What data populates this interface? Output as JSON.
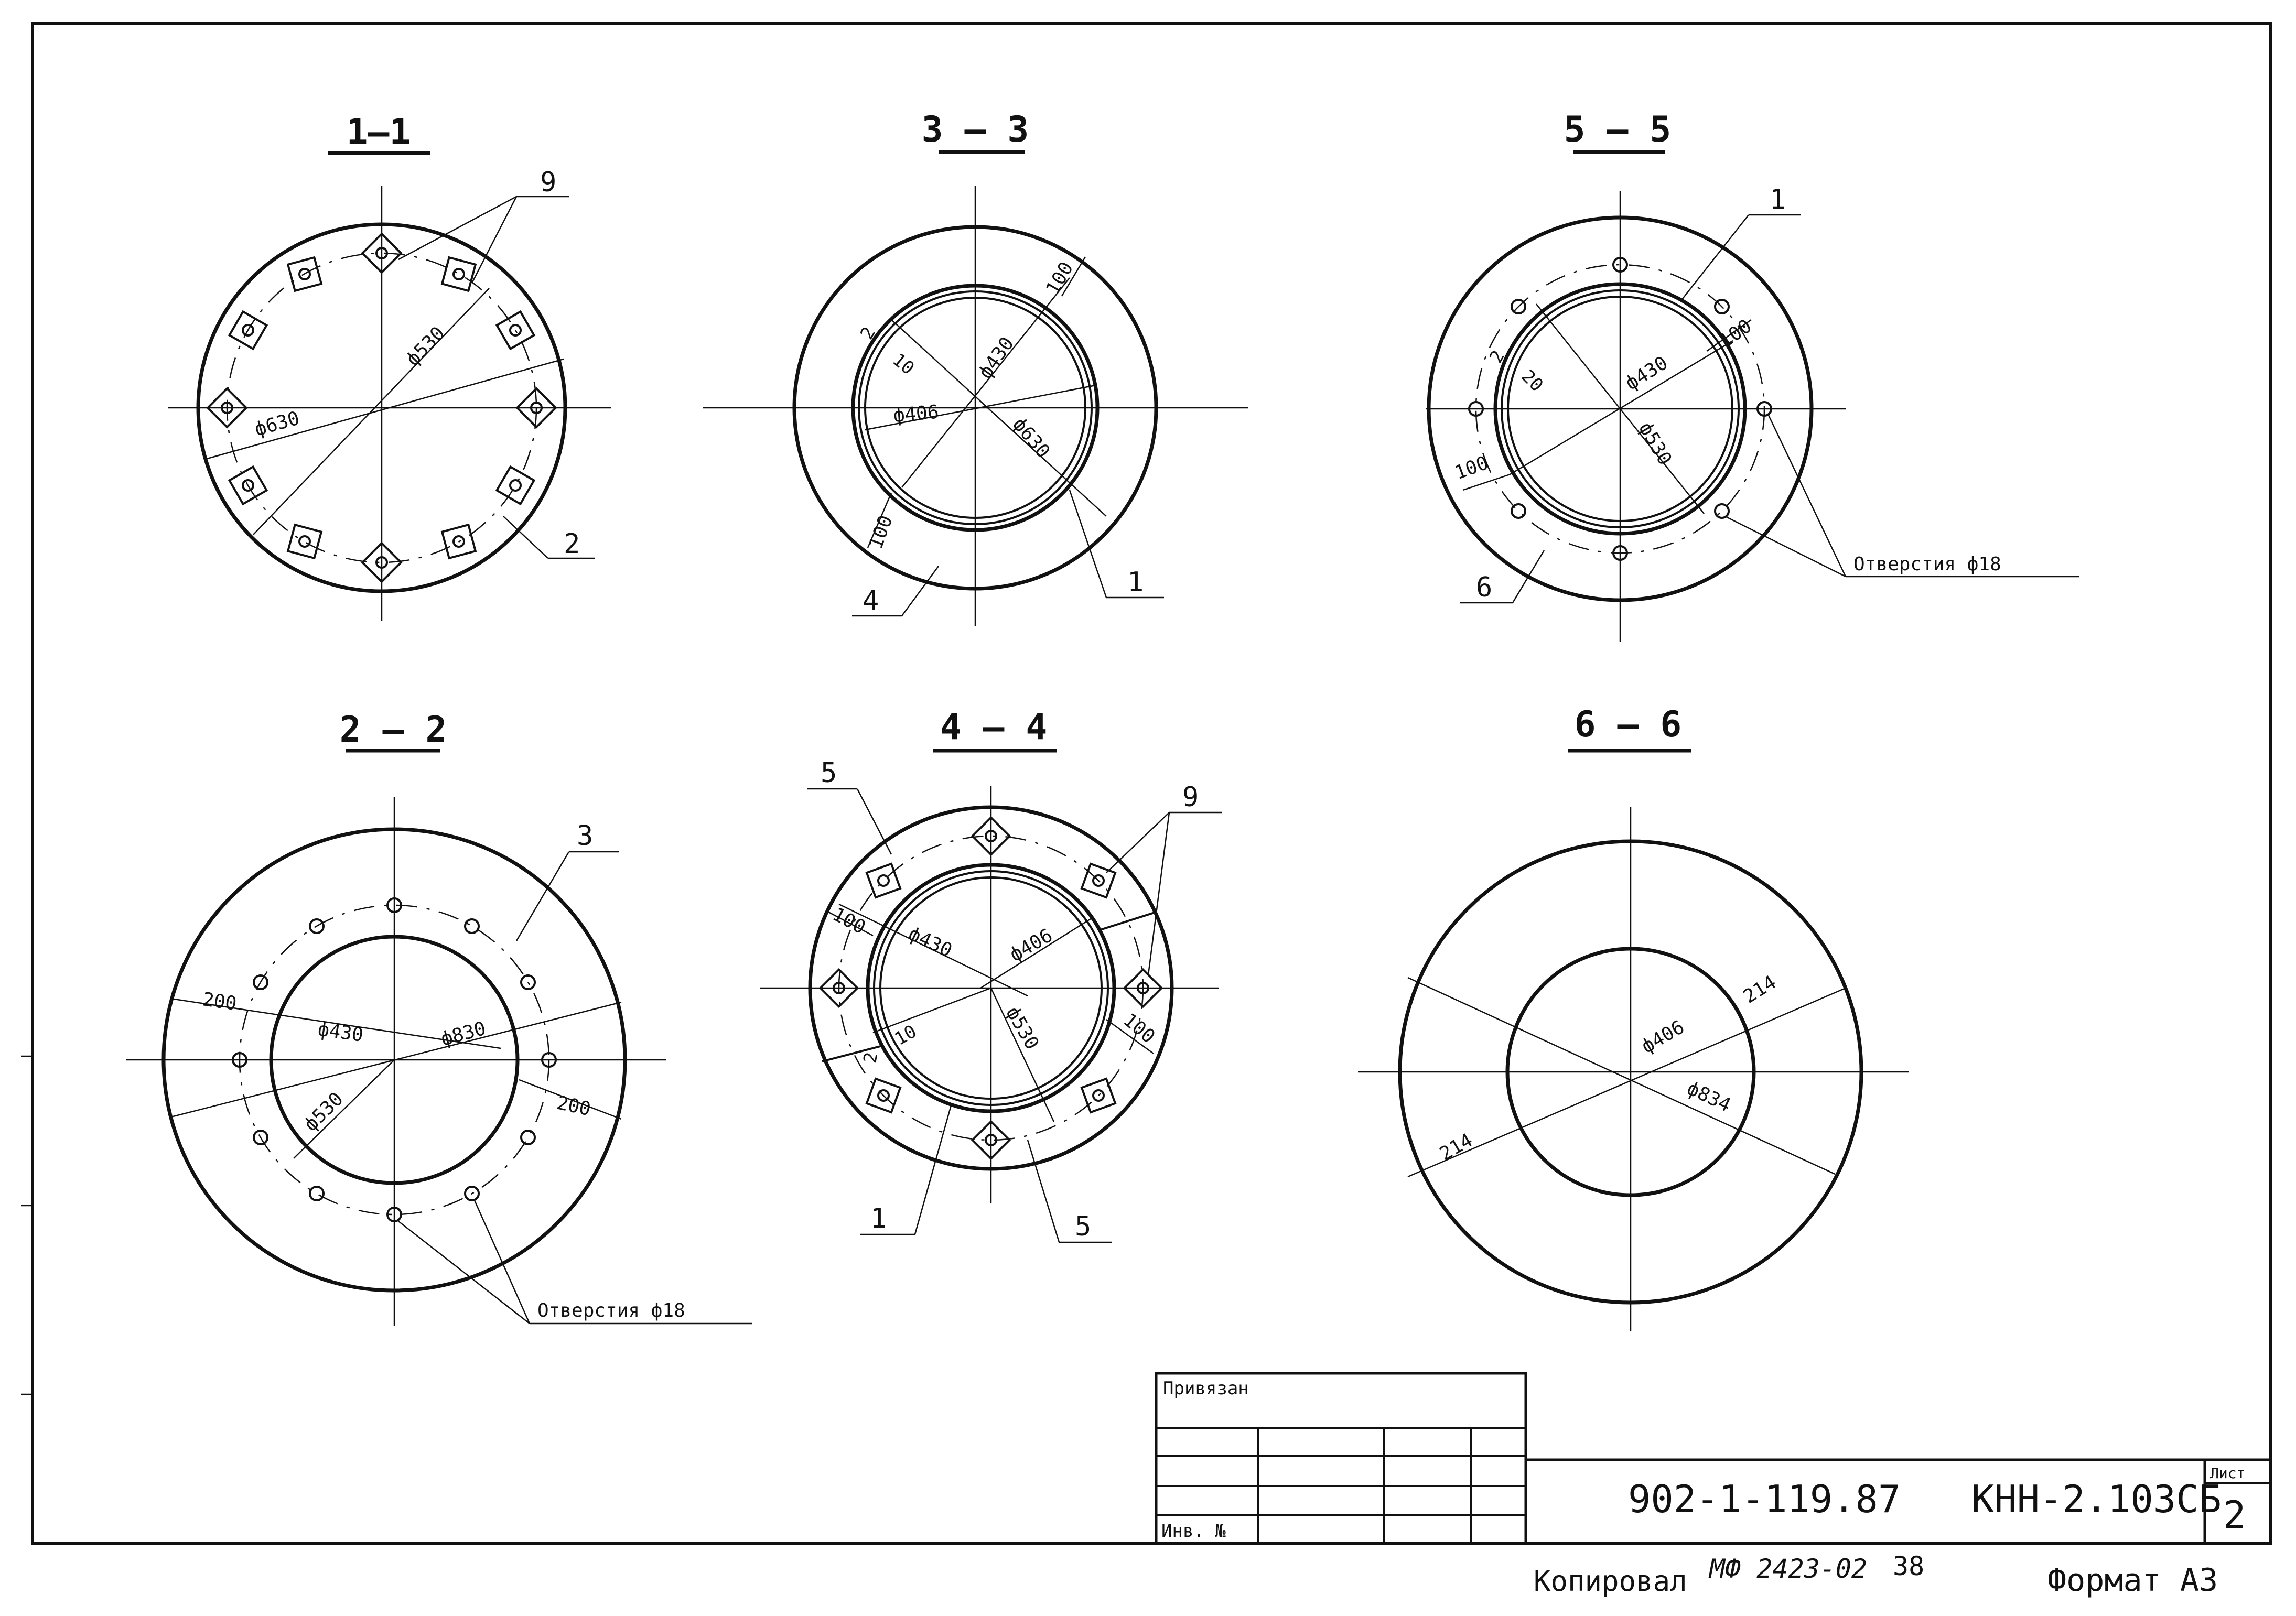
{
  "drawing": {
    "section_titles": [
      "1–1",
      "2 – 2",
      "3 – 3",
      "4 – 4",
      "5 – 5",
      "6 – 6"
    ],
    "part_numbers": {
      "s11_bolts": "9",
      "s11_flange": "2",
      "s22_flange": "3",
      "s33_pipe": "1",
      "s33_ring": "4",
      "s44_ring_top": "5",
      "s44_bolts": "9",
      "s44_pipe": "1",
      "s44_ring_bottom": "5",
      "s55_pipe": "1",
      "s55_ring": "6"
    },
    "dimensions": {
      "s11": [
        "ф530",
        "ф630"
      ],
      "s22": [
        "200",
        "ф430",
        "ф830",
        "ф530",
        "200"
      ],
      "s33": [
        "100",
        "2",
        "10",
        "ф430",
        "ф406",
        "ф630",
        "100"
      ],
      "s44": [
        "100",
        "ф430",
        "ф406",
        "2",
        "10",
        "ф530",
        "100"
      ],
      "s55": [
        "2",
        "20",
        "ф430",
        "100",
        "ф530",
        "100"
      ],
      "s66": [
        "214",
        "ф406",
        "ф834",
        "214"
      ]
    },
    "hole_notes": {
      "s22": "Отверстия ф18",
      "s55": "Отверстия ф18"
    }
  },
  "title_block": {
    "privyazan_label": "Привязан",
    "inv_label": "Инв. №",
    "project_number": "902-1-119.87",
    "drawing_code": "КНН-2.103СБ",
    "sheet_label": "Лист",
    "sheet_number": "2"
  },
  "footer": {
    "copied_label": "Копировал",
    "copy_code": "МФ 2423-02",
    "copy_number": "38",
    "format_label": "Формат А3"
  }
}
